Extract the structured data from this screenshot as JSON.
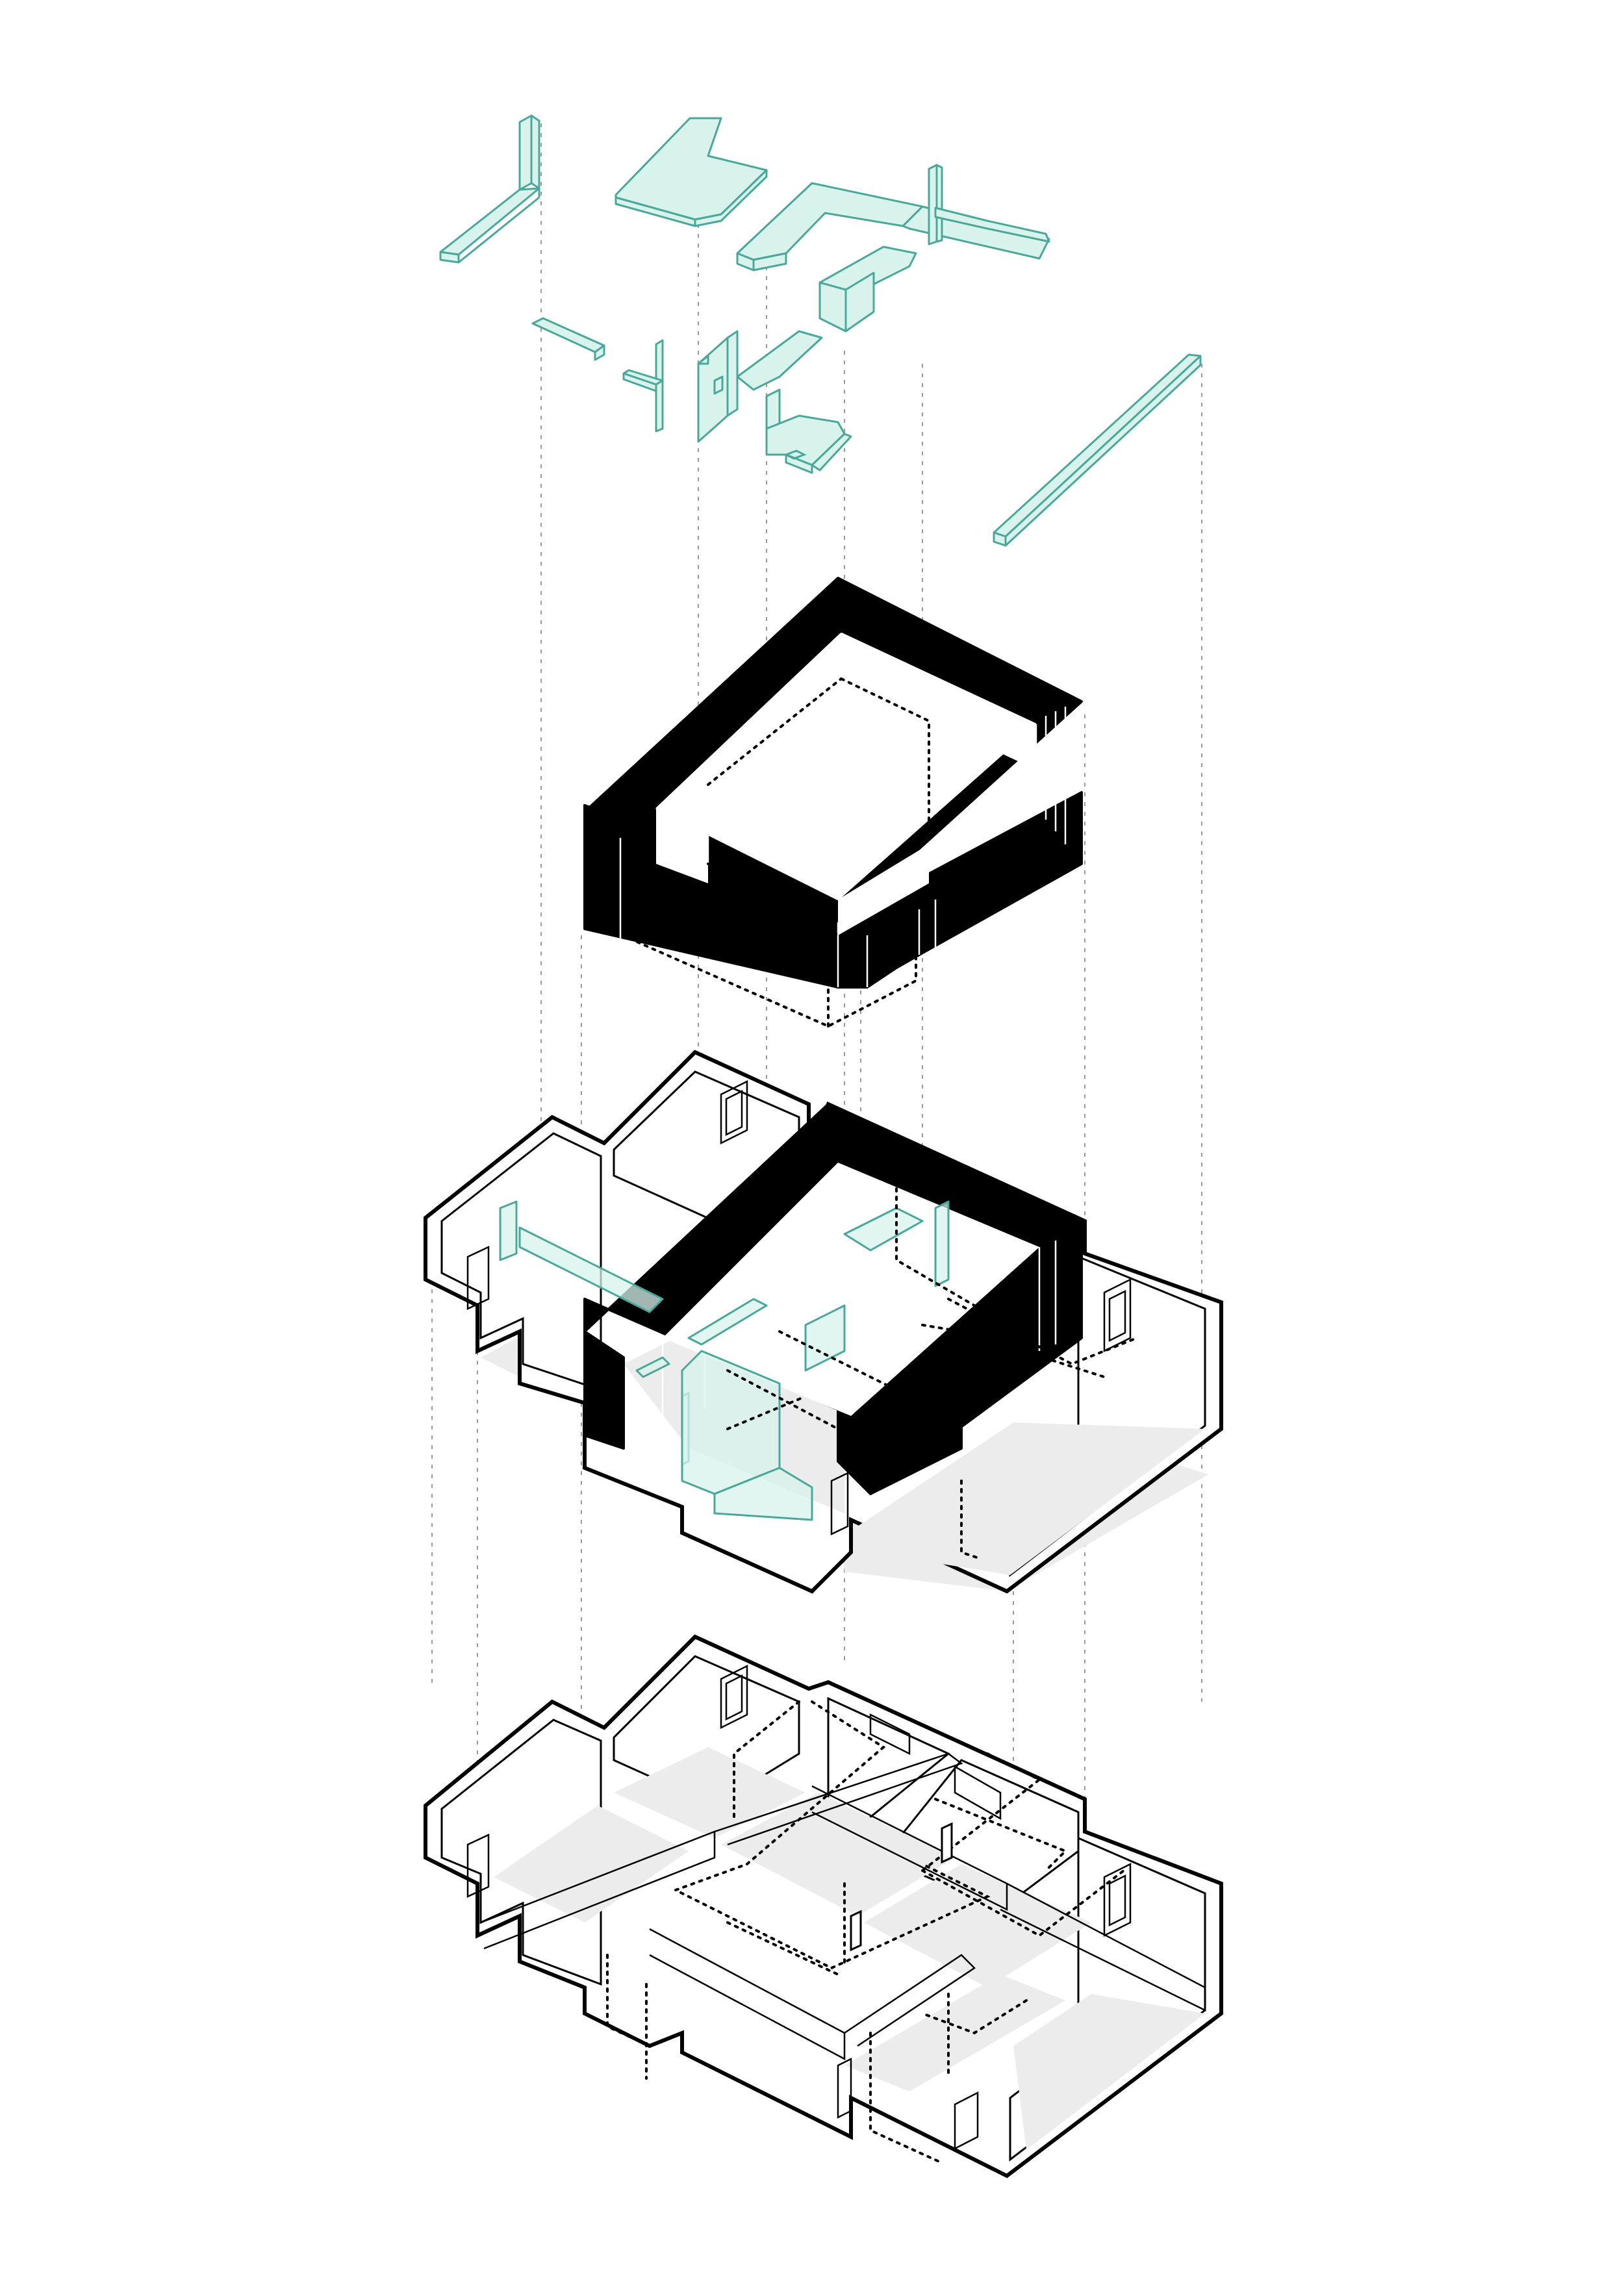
{
  "diagram": {
    "layers": [
      {
        "id": "furniture-layer",
        "label": ""
      },
      {
        "id": "black-core-layer",
        "label": ""
      },
      {
        "id": "renovated-plan-layer",
        "label": ""
      },
      {
        "id": "original-plan-layer",
        "label": ""
      }
    ],
    "colors": {
      "furniture_fill": "#d8f3ec",
      "furniture_stroke": "#4aa89a",
      "core_fill": "#000000",
      "floor_fill": "#ececec",
      "wall_fill": "#ffffff",
      "projection_line": "#9a9a9a"
    }
  }
}
